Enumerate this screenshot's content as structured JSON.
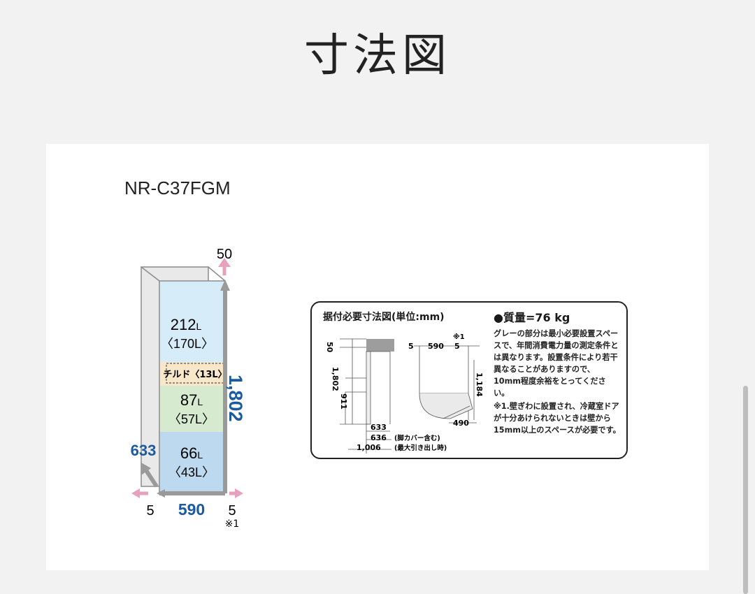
{
  "page": {
    "title": "寸法図"
  },
  "card": {
    "model": "NR-C37FGM"
  },
  "fridge": {
    "compartments": [
      {
        "total": "212",
        "unit": "L",
        "storage": "〈170L〉"
      },
      {
        "label": "チルド〈13L〉"
      },
      {
        "total": "87",
        "unit": "L",
        "storage": "〈57L〉"
      },
      {
        "total": "66",
        "unit": "L",
        "storage": "〈43L〉"
      }
    ],
    "dims": {
      "top_clearance": "50",
      "height": "1,802",
      "depth": "633",
      "width": "590",
      "left_clearance": "5",
      "right_clearance": "5",
      "note_mark": "※1"
    },
    "colors": {
      "freezer": "#d6ecf8",
      "chilled": "#f8e7c8",
      "vegetable": "#d6eacf",
      "bottom": "#bcd9f0",
      "frame": "#9a9a9a",
      "pink_arrow": "#e8a0bf",
      "blue_text": "#1c5aa0"
    }
  },
  "install": {
    "title": "据付必要寸法図(単位:mm)",
    "weight": "●質量=76 kg",
    "side": {
      "top": "50",
      "height": "1,802",
      "mid": "911",
      "d1": "633",
      "d2": "636",
      "d3": "1,006",
      "d2_note": "(脚カバー含む)",
      "d3_note": "(最大引き出し時)"
    },
    "top": {
      "left": "5",
      "width": "590",
      "right": "5",
      "note_mark": "※1",
      "depth": "1,184",
      "door": "490"
    },
    "notes": [
      "グレーの部分は最小必要設置スペースで、年間消費電力量の測定条件とは異なります。設置条件により若干異なることがありますので、10mm程度余裕をとってください。",
      "※1.壁ぎわに設置され、冷蔵室ドアが十分あけられないときは壁から15mm以上のスペースが必要です。"
    ]
  }
}
